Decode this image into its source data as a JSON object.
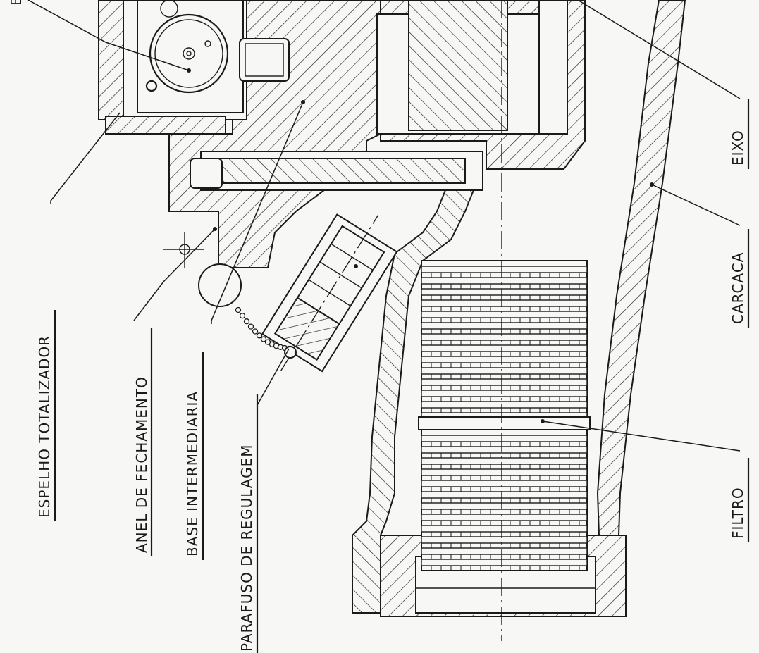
{
  "labels": {
    "espelho": "ESPELHO TOTALIZADOR",
    "anel": "ANEL DE FECHAMENTO",
    "base": "BASE INTERMEDIARIA",
    "parafuso": "PARAFUSO DE REGULAGEM",
    "filtro": "FILTRO",
    "carcaca": "CARCACA",
    "eixo": "EIXO",
    "top_partial": "E"
  }
}
